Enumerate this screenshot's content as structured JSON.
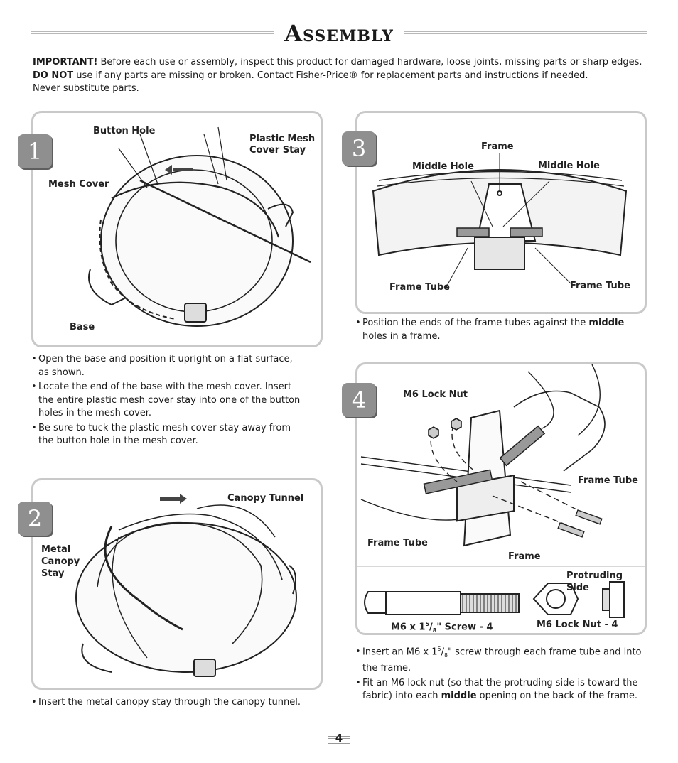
{
  "header": {
    "title": "Assembly"
  },
  "intro": {
    "important_label": "IMPORTANT!",
    "important_text": " Before each use or assembly, inspect this product for damaged hardware, loose joints, missing parts or sharp edges.",
    "donot_label": "DO NOT",
    "donot_text": " use if any parts are missing or broken. Contact Fisher-Price® for replacement parts and instructions if needed.",
    "never_text": "Never substitute parts."
  },
  "steps": {
    "s1": {
      "number": "1",
      "labels": {
        "button_hole": "Button Hole",
        "plastic_mesh": "Plastic Mesh",
        "cover_stay": "Cover Stay",
        "mesh_cover": "Mesh Cover",
        "base": "Base"
      },
      "bullets": [
        "Open the base and position it upright on a flat surface, as shown.",
        "Locate the end of the base with the mesh cover. Insert the entire plastic mesh cover stay into one of the button holes in the mesh cover.",
        "Be sure to tuck the plastic mesh cover stay away from the button hole in the mesh cover."
      ]
    },
    "s2": {
      "number": "2",
      "labels": {
        "canopy_tunnel": "Canopy Tunnel",
        "metal": "Metal",
        "canopy": "Canopy",
        "stay": "Stay"
      },
      "bullets": [
        "Insert the metal canopy stay through the canopy tunnel."
      ]
    },
    "s3": {
      "number": "3",
      "labels": {
        "frame": "Frame",
        "middle_hole_left": "Middle Hole",
        "middle_hole_right": "Middle Hole",
        "frame_tube_left": "Frame Tube",
        "frame_tube_right": "Frame Tube"
      },
      "bullet_pre": "Position the ends of the frame tubes against the ",
      "bullet_bold": "middle",
      "bullet_post": " holes in a frame."
    },
    "s4": {
      "number": "4",
      "labels": {
        "lock_nut": "M6 Lock Nut",
        "frame_tube_right": "Frame Tube",
        "frame_tube_left": "Frame Tube",
        "frame": "Frame",
        "protruding": "Protruding",
        "side": "Side"
      },
      "parts": {
        "screw_pre": "M6 x 1",
        "screw_sup": "5",
        "screw_sub": "8",
        "screw_post": "\" Screw - 4",
        "nut": "M6 Lock Nut - 4"
      },
      "bullet1_pre": "Insert an M6 x 1",
      "bullet1_sup": "5",
      "bullet1_sub": "8",
      "bullet1_post": "\" screw through each frame tube and into the frame.",
      "bullet2_pre": "Fit an M6 lock nut (so that the protruding side is toward the fabric) into each ",
      "bullet2_bold": "middle",
      "bullet2_post": " opening on the back of the frame."
    }
  },
  "footer": {
    "page": "4"
  }
}
